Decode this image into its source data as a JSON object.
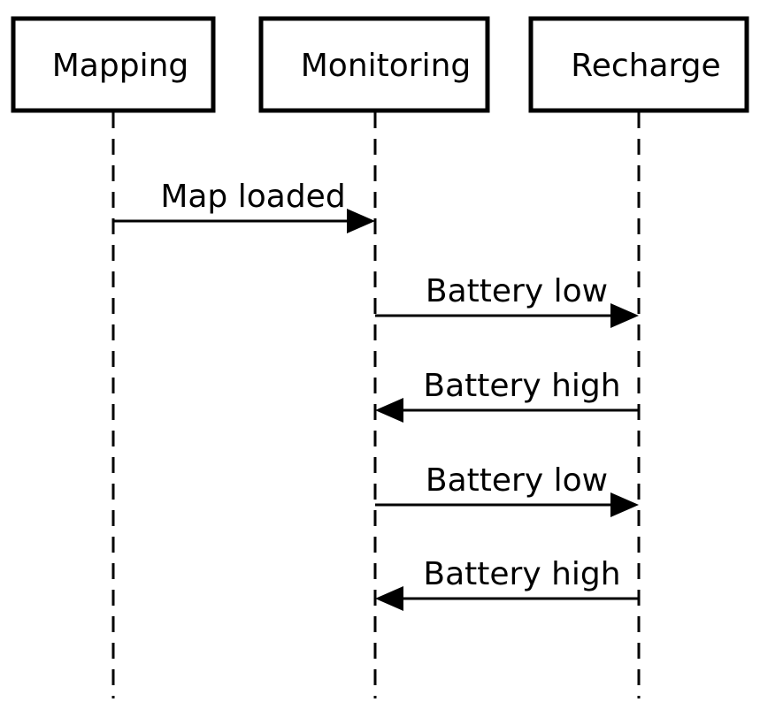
{
  "participants": [
    {
      "id": "mapping",
      "label": "Mapping"
    },
    {
      "id": "monitoring",
      "label": "Monitoring"
    },
    {
      "id": "recharge",
      "label": "Recharge"
    }
  ],
  "messages": [
    {
      "from": "mapping",
      "to": "monitoring",
      "label": "Map loaded"
    },
    {
      "from": "monitoring",
      "to": "recharge",
      "label": "Battery low"
    },
    {
      "from": "recharge",
      "to": "monitoring",
      "label": "Battery high"
    },
    {
      "from": "monitoring",
      "to": "recharge",
      "label": "Battery low"
    },
    {
      "from": "recharge",
      "to": "monitoring",
      "label": "Battery high"
    }
  ]
}
